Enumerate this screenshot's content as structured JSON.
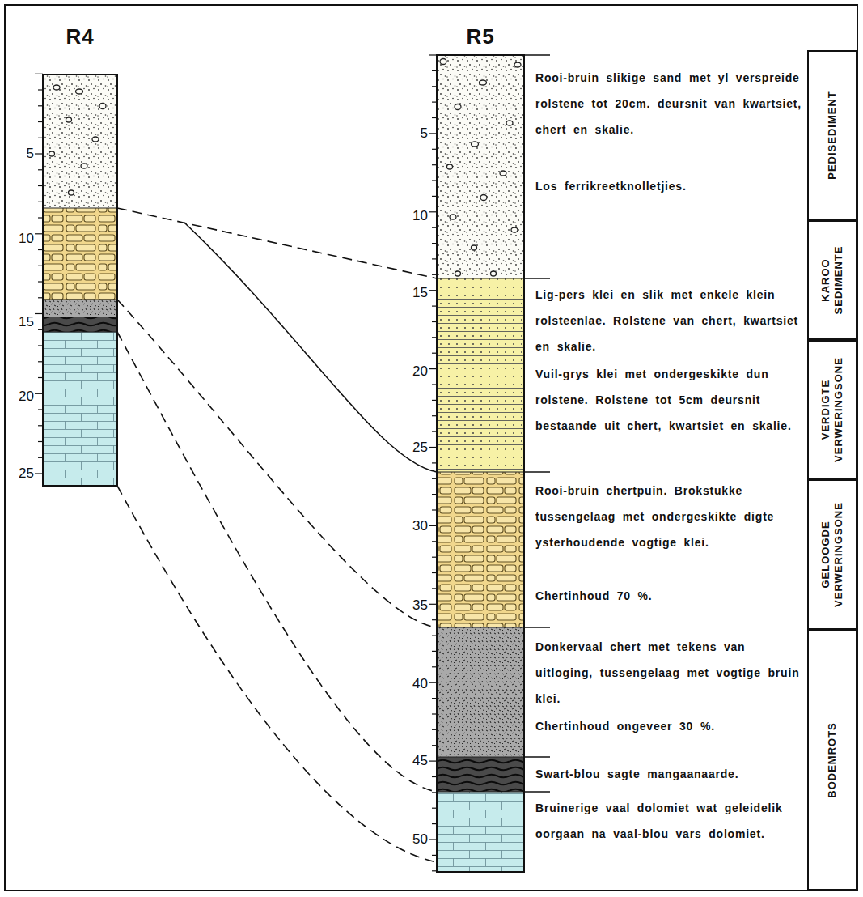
{
  "diagram": {
    "nodes": [
      {
        "text": [
          "PEDISEDIMENT"
        ]
      },
      {
        "text": [
          "KAROO SEDIMENTE"
        ]
      },
      {
        "text": [
          "VERDIGTE VERWERINGSONE"
        ]
      },
      {
        "text": [
          "GELOOGDE VERWERINGSONE"
        ]
      },
      {
        "text": [
          "BODEMROTS"
        ]
      }
    ],
    "labels": [
      "R4",
      "R5",
      "5",
      "10",
      "15",
      "20",
      "25",
      "5",
      "10",
      "15",
      "20",
      "25",
      "30",
      "35",
      "40",
      "45",
      "50",
      "Rooi-bruin slikige sand met yl verspreide rolstene tot 20cm. deursnit van kwartsiet, chert en skalie.",
      "Los ferrikreetknolletjies.",
      "Lig-pers klei en slik met enkele klein rolsteenlae. Rolstene van chert, kwartsiet en skalie.",
      "Vuil-grys klei met ondergeskikte dun rolstene. Rolstene tot 5cm deursnit bestaande uit chert, kwartsiet en skalie.",
      "Rooi-bruin chertpuin. Brokstukke tussengelaag met ondergeskikte digte ysterhoudende vogtige klei.",
      "Chertinhoud 70 %.",
      "Donkervaal chert met tekens van uitloging, tussengelaag met vogtige bruin klei.",
      "Chertinhoud ongeveer 30 %.",
      "Swart-blou sagte mangaanaarde.",
      "Bruinerige vaal dolomiet wat geleidelik oorgaan na vaal-blou vars dolomiet."
    ]
  }
}
